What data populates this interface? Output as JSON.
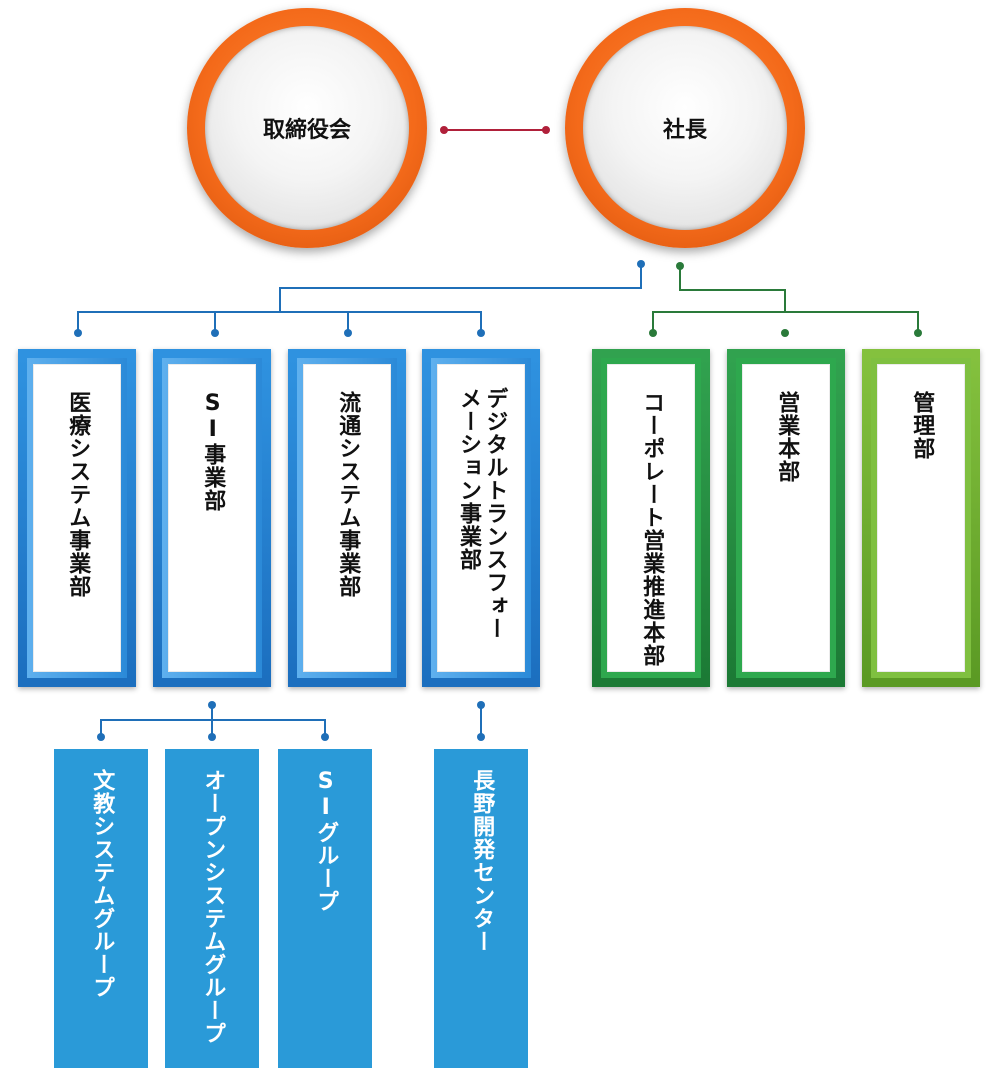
{
  "top": {
    "board": "取締役会",
    "president": "社長"
  },
  "departments": [
    "医療システム事業部",
    "S­I事業部",
    "流通システム事業部",
    "デジタルトランスフォーメーション事業部",
    "コーポレート営業推進本部",
    "営業本部",
    "管理部"
  ],
  "groups": [
    "文教システムグループ",
    "オープンシステムグループ",
    "S­Iグループ",
    "長野開発センター"
  ],
  "colors": {
    "orange": "#f46a1a",
    "blue_line": "#1f6fb8",
    "green_line": "#2a7a3a",
    "red_line": "#b0203a",
    "group_blue": "#2a9ad8"
  }
}
